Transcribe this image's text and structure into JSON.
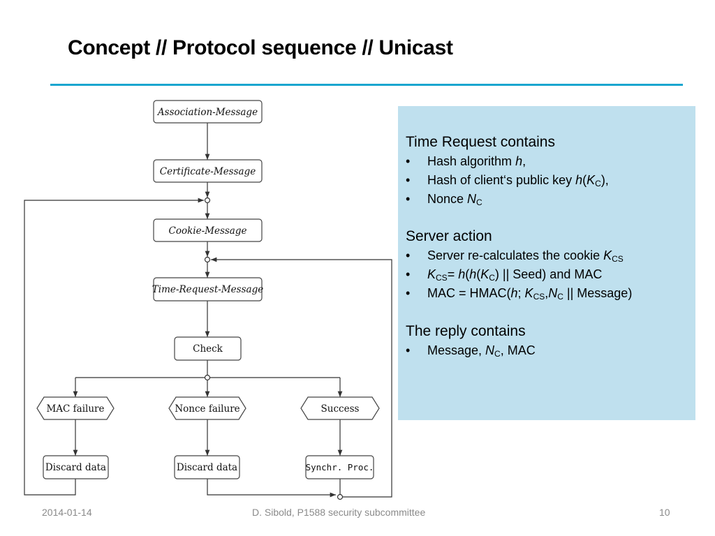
{
  "slide": {
    "title": "Concept // Protocol sequence // Unicast"
  },
  "flowchart": {
    "nodes": {
      "association": "Association-Message",
      "certificate": "Certificate-Message",
      "cookie": "Cookie-Message",
      "time_request": "Time-Request-Message",
      "check": "Check",
      "mac_failure": "MAC failure",
      "nonce_failure": "Nonce failure",
      "success": "Success",
      "discard_left": "Discard data",
      "discard_mid": "Discard data",
      "synchr": "Synchr. Proc."
    }
  },
  "info": {
    "time_request_heading": "Time Request contains",
    "tr_item1_text": "Hash algorithm ",
    "tr_item1_var": "h",
    "tr_item1_end": ",",
    "tr_item2_text": "Hash of client‘s public key ",
    "tr_item2_h": "h",
    "tr_item2_k": "K",
    "tr_item2_sub": "C",
    "tr_item2_end": "),",
    "tr_item3_text": "Nonce ",
    "tr_item3_var": "N",
    "tr_item3_sub": "C",
    "server_heading": "Server action",
    "sa_item1_text": "Server re-calculates the cookie ",
    "sa_item1_var": "K",
    "sa_item1_sub": "CS",
    "sa_item2_k": "K",
    "sa_item2_sub": "CS",
    "sa_item2_eq": "= ",
    "sa_item2_h1": "h",
    "sa_item2_h2": "h",
    "sa_item2_k2": "K",
    "sa_item2_sub2": "C",
    "sa_item2_end": ") || Seed) and MAC",
    "sa_item3_text": "MAC = HMAC(",
    "sa_item3_h": "h",
    "sa_item3_semi": "; ",
    "sa_item3_k": "K",
    "sa_item3_ksub": "CS",
    "sa_item3_n": "N",
    "sa_item3_nsub": "C",
    "sa_item3_end": " || Message)",
    "reply_heading": "The reply contains",
    "rc_item1_text": "Message, ",
    "rc_item1_var": "N",
    "rc_item1_sub": "C",
    "rc_item1_end": ", MAC"
  },
  "footer": {
    "date": "2014-01-14",
    "author": "D. Sibold, P1588 security subcommittee",
    "page": "10"
  }
}
